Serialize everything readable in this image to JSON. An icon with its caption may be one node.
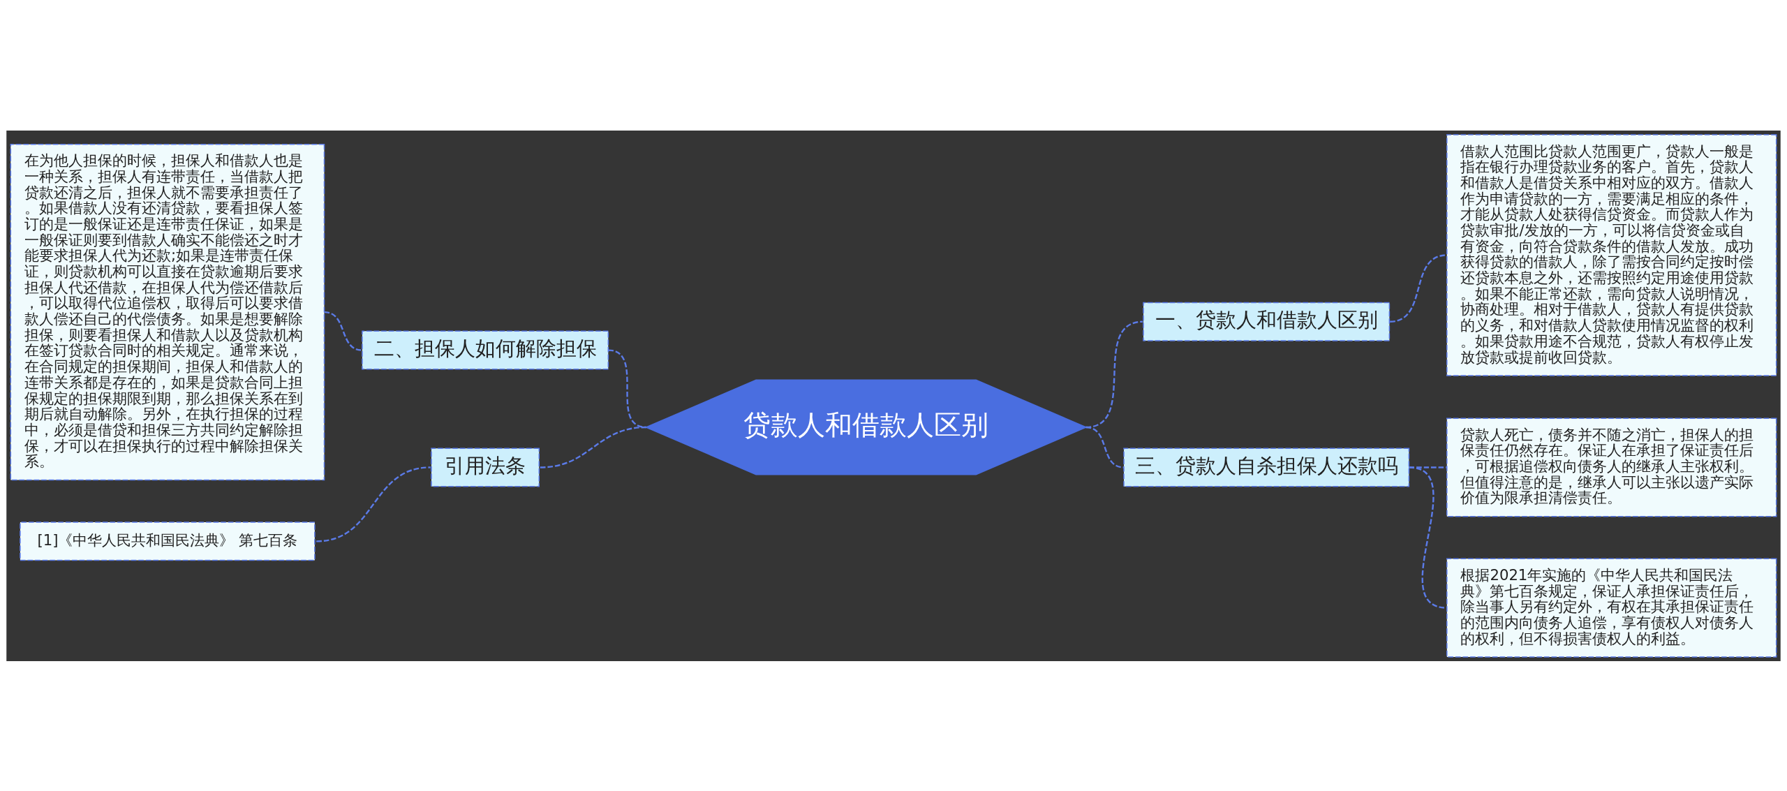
{
  "diagram": {
    "nodes": [
      {
        "text": [
          "贷款人和借款人区别"
        ]
      },
      {
        "text": [
          "二、担保人如何解除担保"
        ]
      },
      {
        "text": [
          "在为他人担保的时候，担保人和借款人也是一种关系，担保人有连带责任，当借款人把贷款还清之后，担保人就不需要承担责任了。如果借款人没有还清贷款，要看担保人签订的是一般保证还是连带责任保证，如果是一般保证则要到借款人确实不能偿还之时才能要求担保人代为还款;如果是连带责任保证，则贷款机构可以直接在贷款逾期后要求担保人代还借款，在担保人代为偿还借款后，可以取得代位追偿权，取得后可以要求借款人偿还自己的代偿债务。如果是想要解除担保，则要看担保人和借款人以及贷款机构在签订贷款合同时的相关规定。通常来说，在合同规定的担保期间，担保人和借款人的连带关系都是存在的，如果是贷款合同上担保规定的担保期限到期，那么担保关系在到期后就自动解除。另外，在执行担保的过程中，必须是借贷和担保三方共同约定解除担保，才可以在担保执行的过程中解除担保关系。"
        ]
      },
      {
        "text": [
          "引用法条"
        ]
      },
      {
        "text": [
          "[1]《中华人民共和国民法典》 第七百条"
        ]
      },
      {
        "text": [
          "一、贷款人和借款人区别"
        ]
      },
      {
        "text": [
          "借款人范围比贷款人范围更广，贷款人一般是指在银行办理贷款业务的客户。首先，贷款人和借款人是借贷关系中相对应的双方。借款人作为申请贷款的一方，需要满足相应的条件，才能从贷款人处获得信贷资金。而贷款人作为贷款审批/发放的一方，可以将信贷资金或自有资金，向符合贷款条件的借款人发放。成功获得贷款的借款人，除了需按合同约定按时偿还贷款本息之外，还需按照约定用途使用贷款。如果不能正常还款，需向贷款人说明情况，协商处理。相对于借款人，贷款人有提供贷款的义务，和对借款人贷款使用情况监督的权利。如果贷款用途不合规范，贷款人有权停止发放贷款或提前收回贷款。"
        ]
      },
      {
        "text": [
          "三、贷款人自杀担保人还款吗"
        ]
      },
      {
        "text": [
          "贷款人死亡，债务并不随之消亡，担保人的担保责任仍然存在。保证人在承担了保证责任后，可根据追偿权向债务人的继承人主张权利。但值得注意的是，继承人可以主张以遗产实际价值为限承担清偿责任。"
        ]
      },
      {
        "text": [
          "根据2021年实施的《中华人民共和国民法典》第七百条规定，保证人承担保证责任后，除当事人另有约定外，有权在其承担保证责任的范围内向债务人追偿，享有债权人对债务人的权利，但不得损害债权人的利益。"
        ]
      }
    ],
    "edges": [
      {
        "from": 2,
        "to": 1,
        "arrow": "none",
        "style": "dashed"
      },
      {
        "from": 1,
        "to": 0,
        "arrow": "none",
        "style": "dashed"
      },
      {
        "from": 4,
        "to": 3,
        "arrow": "none",
        "style": "dashed"
      },
      {
        "from": 3,
        "to": 0,
        "arrow": "none",
        "style": "dashed"
      },
      {
        "from": 0,
        "to": 5,
        "arrow": "none",
        "style": "dashed"
      },
      {
        "from": 5,
        "to": 6,
        "arrow": "none",
        "style": "dashed"
      },
      {
        "from": 0,
        "to": 7,
        "arrow": "none",
        "style": "dashed"
      },
      {
        "from": 7,
        "to": 8,
        "arrow": "none",
        "style": "dashed"
      },
      {
        "from": 7,
        "to": 9,
        "arrow": "none",
        "style": "dashed"
      }
    ]
  }
}
